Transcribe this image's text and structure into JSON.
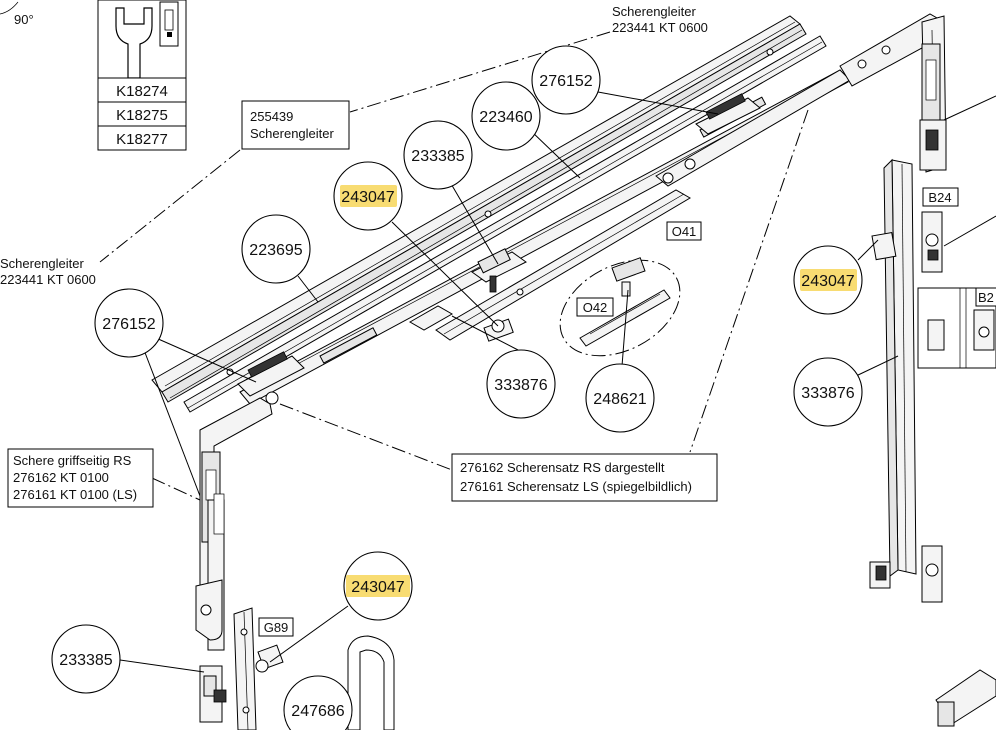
{
  "angle_label": "90°",
  "key_table": [
    "K18274",
    "K18275",
    "K18277"
  ],
  "callouts": [
    {
      "id": "c276152a",
      "text": "276152",
      "highlight": false
    },
    {
      "id": "c223460",
      "text": "223460",
      "highlight": false
    },
    {
      "id": "c233385a",
      "text": "233385",
      "highlight": false
    },
    {
      "id": "c243047a",
      "text": "243047",
      "highlight": true
    },
    {
      "id": "c223695",
      "text": "223695",
      "highlight": false
    },
    {
      "id": "c276152b",
      "text": "276152",
      "highlight": false
    },
    {
      "id": "c333876a",
      "text": "333876",
      "highlight": false
    },
    {
      "id": "c248621",
      "text": "248621",
      "highlight": false
    },
    {
      "id": "c243047b",
      "text": "243047",
      "highlight": true
    },
    {
      "id": "c333876b",
      "text": "333876",
      "highlight": false
    },
    {
      "id": "c243047c",
      "text": "243047",
      "highlight": true
    },
    {
      "id": "c233385b",
      "text": "233385",
      "highlight": false
    },
    {
      "id": "c247686",
      "text": "247686",
      "highlight": false
    }
  ],
  "labels": {
    "scherengleiter_top": [
      "Scherengleiter",
      "223441 KT 0600"
    ],
    "scherengleiter_box": [
      "255439",
      "Scherengleiter"
    ],
    "scherengleiter_left": [
      "Scherengleiter",
      "223441 KT 0600"
    ],
    "schere_box": [
      "Schere griffseitig RS",
      "276162 KT 0100",
      "276161 KT 0100 (LS)"
    ],
    "scherensatz_box": [
      "276162 Scherensatz RS dargestellt",
      "276161 Scherensatz LS (spiegelbildlich)"
    ],
    "o41": "O41",
    "o42": "O42",
    "b24": "B24",
    "b2": "B2",
    "g89": "G89"
  },
  "colors": {
    "highlight": "#f8dc72"
  }
}
